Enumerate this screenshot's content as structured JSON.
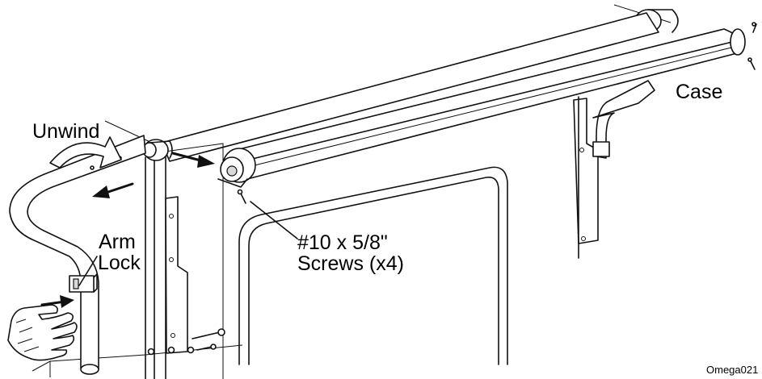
{
  "labels": {
    "unwind": "Unwind",
    "arm_lock_1": "Arm",
    "arm_lock_2": "Lock",
    "screws_1": "#10 x 5/8\"",
    "screws_2": "Screws (x4)",
    "case": "Case",
    "figure_id": "Omega021"
  },
  "colors": {
    "line": "#111111",
    "background": "#ffffff",
    "shade": "#d9d9d9"
  }
}
